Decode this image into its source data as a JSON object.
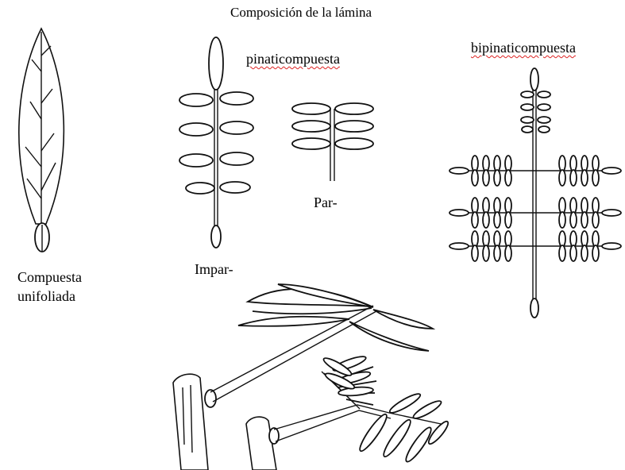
{
  "title": "Composición de la lámina",
  "labels": {
    "pinaticompuesta": "pinaticompuesta",
    "bipinaticompuesta": "bipinaticompuesta",
    "par": "Par-",
    "impar": "Impar-",
    "compuesta_line1": "Compuesta",
    "compuesta_line2": "unifoliada"
  },
  "colors": {
    "ink": "#111111",
    "background": "#ffffff",
    "spellcheck_underline": "#dd2222"
  }
}
